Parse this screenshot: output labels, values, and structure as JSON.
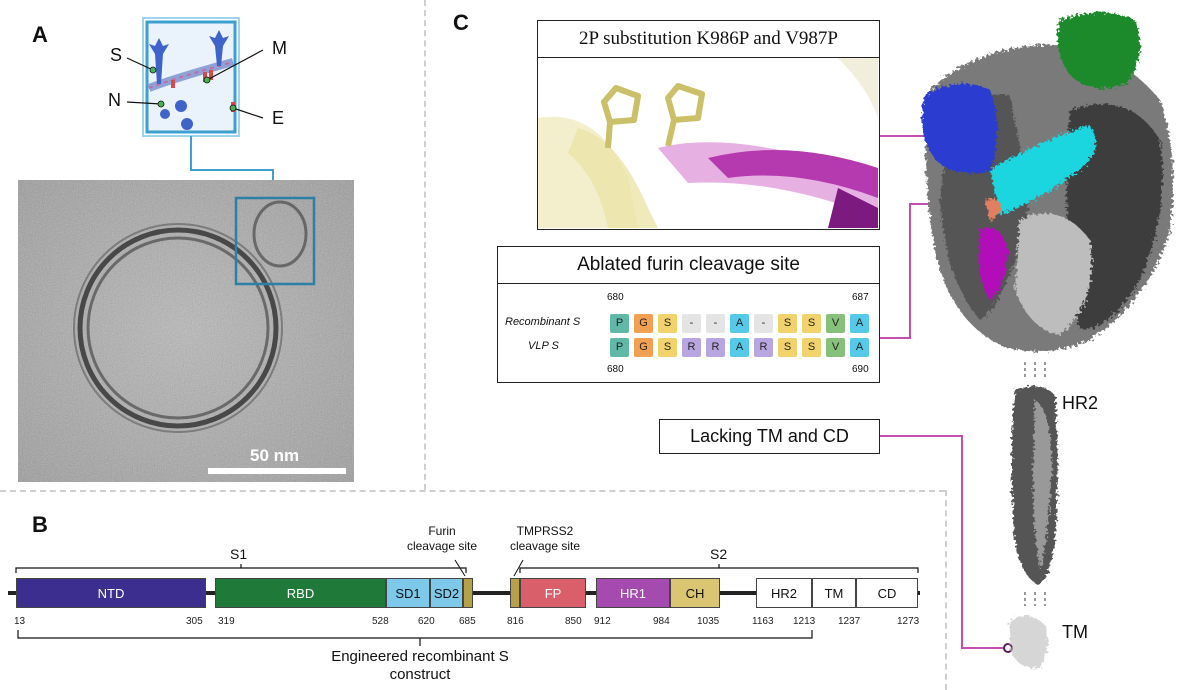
{
  "panels": {
    "a": "A",
    "b": "B",
    "c": "C"
  },
  "panel_a": {
    "protein_labels": {
      "s": "S",
      "m": "M",
      "n": "N",
      "e": "E"
    },
    "scale_bar": "50 nm"
  },
  "panel_b": {
    "s1_label": "S1",
    "s2_label": "S2",
    "furin_label": "Furin\ncleavage site",
    "tmprss2_label": "TMPRSS2\ncleavage site",
    "domains": [
      {
        "name": "NTD",
        "color": "#3b2e8f"
      },
      {
        "name": "RBD",
        "color": "#1f7a3a"
      },
      {
        "name": "SD1",
        "color": "#7ec8ea"
      },
      {
        "name": "SD2",
        "color": "#7ec8ea"
      },
      {
        "name": "FP",
        "color": "#d9606a"
      },
      {
        "name": "HR1",
        "color": "#a54bb0"
      },
      {
        "name": "CH",
        "color": "#d9c572"
      },
      {
        "name": "HR2",
        "color": "#ffffff"
      },
      {
        "name": "TM",
        "color": "#ffffff"
      },
      {
        "name": "CD",
        "color": "#ffffff"
      }
    ],
    "positions": [
      "13",
      "305",
      "319",
      "528",
      "620",
      "685",
      "816",
      "850",
      "912",
      "984",
      "1035",
      "1163",
      "1213",
      "1237",
      "1273"
    ],
    "construct_label": "Engineered recombinant S\nconstruct"
  },
  "panel_c": {
    "box_2p_title": "2P substitution K986P and V987P",
    "box_furin_title": "Ablated furin cleavage site",
    "box_tm_title": "Lacking TM and CD",
    "seq_start_top": "680",
    "seq_end_top": "687",
    "seq_start_bottom": "680",
    "seq_end_bottom": "690",
    "row1_label": "Recombinant S",
    "row2_label": "VLP S",
    "row1": [
      "P",
      "G",
      "S",
      "-",
      "-",
      "A",
      "-",
      "S",
      "S",
      "V",
      "A"
    ],
    "row2": [
      "P",
      "G",
      "S",
      "R",
      "R",
      "A",
      "R",
      "S",
      "S",
      "V",
      "A"
    ],
    "hr2_label": "HR2",
    "tm_label": "TM"
  },
  "colors": {
    "P": "#5fb8a8",
    "G": "#f0a050",
    "S": "#f2d26a",
    "-": "#e4e4e4",
    "A": "#55c9e8",
    "R": "#b9a6e0",
    "V": "#86c07a",
    "highlight": "#c03aa8",
    "frame": "#222222"
  }
}
